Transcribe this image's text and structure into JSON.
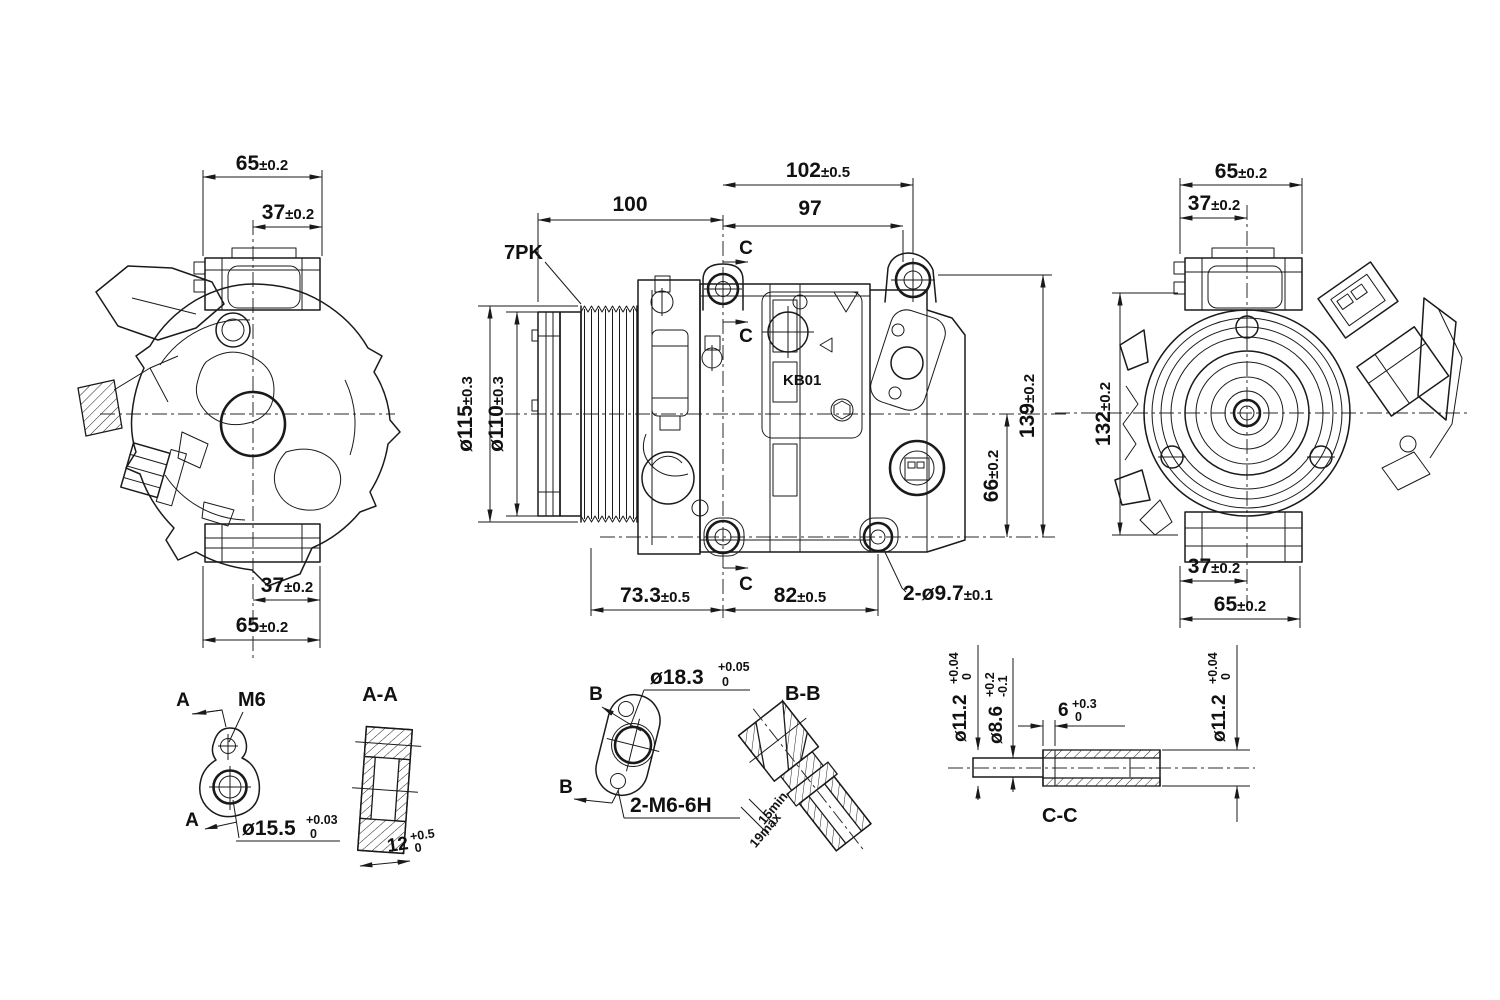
{
  "lv": {
    "top_w": {
      "v": "65",
      "t": "±0.2"
    },
    "top_h": {
      "v": "37",
      "t": "±0.2"
    },
    "bot_h": {
      "v": "37",
      "t": "±0.2"
    },
    "bot_w": {
      "v": "65",
      "t": "±0.2"
    }
  },
  "cv": {
    "len_front": "100",
    "len_rear": {
      "v": "102",
      "t": "±0.5"
    },
    "len_rear2": "97",
    "belt": "7PK",
    "pulley_od": {
      "v": "ø115",
      "t": "±0.3"
    },
    "pulley_pd": {
      "v": "ø110",
      "t": "±0.3"
    },
    "height": {
      "v": "139",
      "t": "±0.2"
    },
    "half": {
      "v": "66",
      "t": "±0.2"
    },
    "bot_front": {
      "v": "73.3",
      "t": "±0.5"
    },
    "bot_rear": {
      "v": "82",
      "t": "±0.5"
    },
    "holes": {
      "v": "2-ø9.7",
      "t": "±0.1"
    },
    "code": "KB01",
    "sec": "C"
  },
  "rv": {
    "top_w": {
      "v": "65",
      "t": "±0.2"
    },
    "top_h": {
      "v": "37",
      "t": "±0.2"
    },
    "height": {
      "v": "132",
      "t": "±0.2"
    },
    "bot_h": {
      "v": "37",
      "t": "±0.2"
    },
    "bot_w": {
      "v": "65",
      "t": "±0.2"
    }
  },
  "da": {
    "marker": "A",
    "thread": "M6",
    "bore": "ø15.5",
    "bore_up": "+0.03",
    "bore_lo": "0"
  },
  "saa": {
    "title": "A-A",
    "thk": "12",
    "thk_up": "+0.5",
    "thk_lo": "0"
  },
  "db": {
    "marker": "B",
    "bore": "ø18.3",
    "bore_up": "+0.05",
    "bore_lo": "0",
    "threads": "2-M6-6H"
  },
  "sbb": {
    "title": "B-B",
    "dmin": "15min",
    "dmax": "19max"
  },
  "scc": {
    "title": "C-C",
    "odl": "ø11.2",
    "odl_up": "+0.04",
    "odl_lo": "0",
    "idp": "ø8.6",
    "idp_up": "+0.2",
    "idp_lo": "-0.1",
    "step": "6",
    "step_up": "+0.3",
    "step_lo": "0",
    "odr": "ø11.2",
    "odr_up": "+0.04",
    "odr_lo": "0"
  }
}
